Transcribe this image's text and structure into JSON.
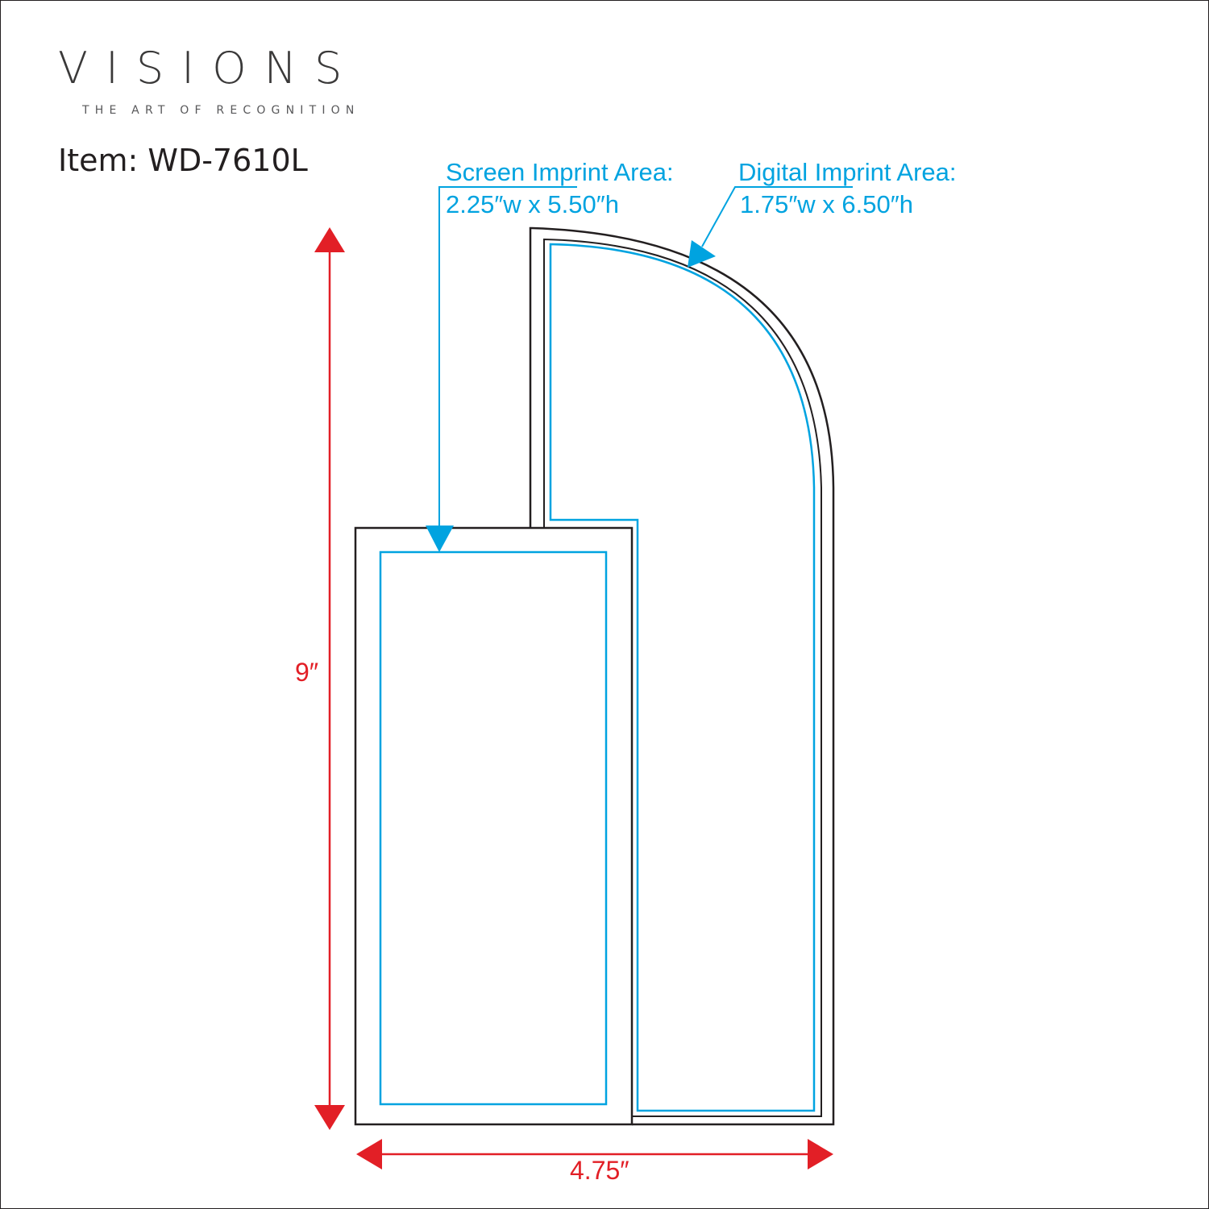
{
  "brand": {
    "name": "VISIONS",
    "tagline": "THE ART OF RECOGNITION"
  },
  "item": {
    "label": "Item: WD-7610L"
  },
  "callouts": {
    "screen": {
      "title": "Screen Imprint Area:",
      "size": "2.25″w x 5.50″h"
    },
    "digital": {
      "title": "Digital Imprint Area:",
      "size": "1.75″w x 6.50″h"
    }
  },
  "dimensions": {
    "height": "9″",
    "width": "4.75″"
  },
  "colors": {
    "outline": "#231f20",
    "imprint": "#00a3e0",
    "dimension": "#e21f26"
  }
}
